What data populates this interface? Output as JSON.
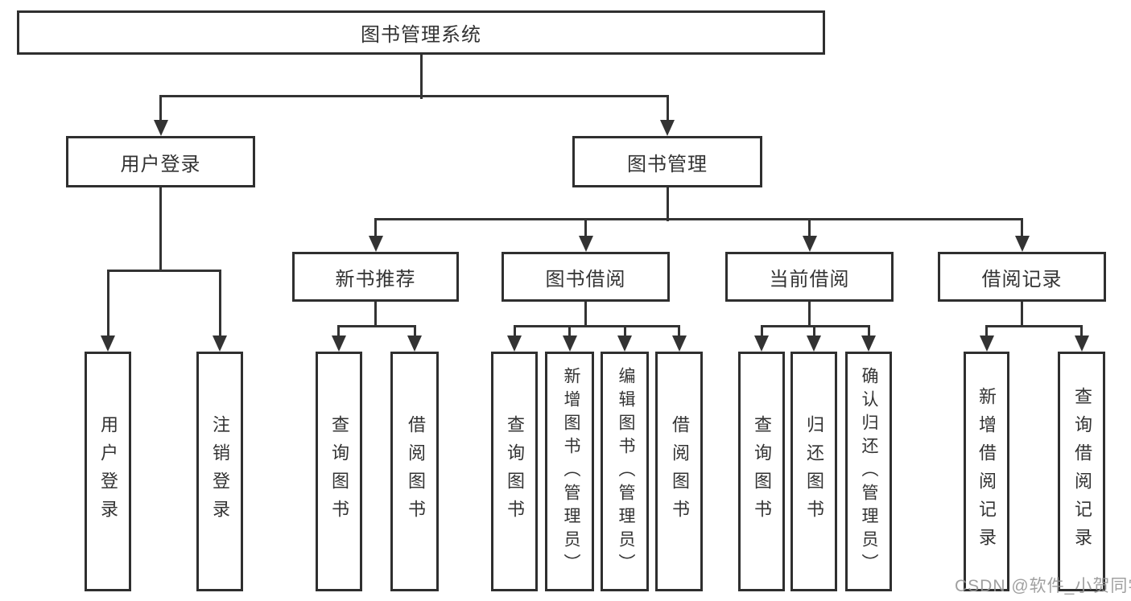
{
  "tree": {
    "root": "图书管理系统",
    "branches": {
      "user_login": "用户登录",
      "book_mgmt": "图书管理",
      "new_book": "新书推荐",
      "book_borrow": "图书借阅",
      "current_borrow": "当前借阅",
      "borrow_record": "借阅记录"
    },
    "leaves": {
      "login": "用户登录",
      "logout": "注销登录",
      "nb_query": "查询图书",
      "nb_borrow": "借阅图书",
      "bb_query": "查询图书",
      "bb_add": "新增图书（管理员）",
      "bb_edit": "编辑图书（管理员）",
      "bb_borrow": "借阅图书",
      "cb_query": "查询图书",
      "cb_return": "归还图书",
      "cb_confirm": "确认归还（管理员）",
      "br_add": "新增借阅记录",
      "br_query": "查询借阅记录"
    }
  },
  "watermark": "CSDN @软件_小贺同学",
  "colors": {
    "line": "#333333",
    "box_border": "#2f2f2f",
    "text": "#333333",
    "watermark": "#969696",
    "background": "#ffffff"
  }
}
